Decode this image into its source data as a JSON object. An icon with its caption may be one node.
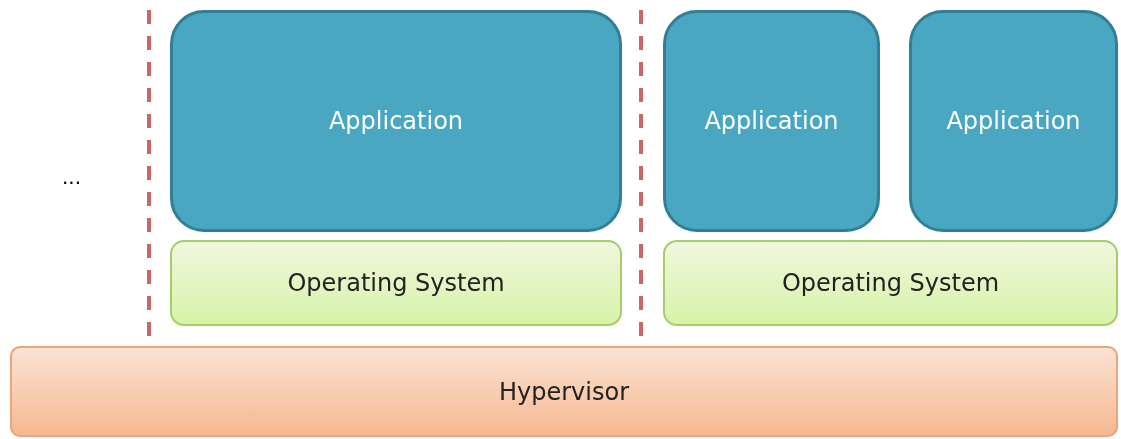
{
  "diagram": {
    "nodes": [
      {
        "text": [
          "Application"
        ]
      },
      {
        "text": [
          "Application"
        ]
      },
      {
        "text": [
          "Application"
        ]
      },
      {
        "text": [
          "Operating System"
        ]
      },
      {
        "text": [
          "Operating System"
        ]
      },
      {
        "text": [
          "Hypervisor"
        ]
      }
    ],
    "labels": [
      "..."
    ]
  }
}
